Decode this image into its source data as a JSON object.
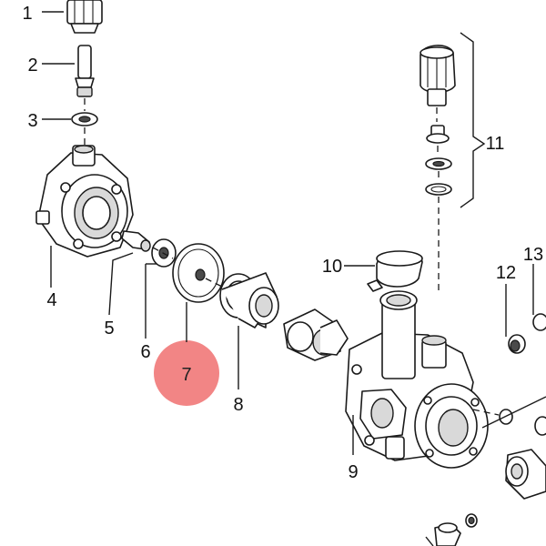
{
  "callouts": [
    {
      "id": "1",
      "text": "1"
    },
    {
      "id": "2",
      "text": "2"
    },
    {
      "id": "3",
      "text": "3"
    },
    {
      "id": "4",
      "text": "4"
    },
    {
      "id": "5",
      "text": "5"
    },
    {
      "id": "6",
      "text": "6"
    },
    {
      "id": "7",
      "text": "7"
    },
    {
      "id": "8",
      "text": "8"
    },
    {
      "id": "9",
      "text": "9"
    },
    {
      "id": "10",
      "text": "10"
    },
    {
      "id": "11",
      "text": "11"
    },
    {
      "id": "12",
      "text": "12"
    },
    {
      "id": "13",
      "text": "13"
    }
  ],
  "highlight": {
    "callout": "7",
    "color": "#f07070"
  },
  "colors": {
    "line": "#1a1a1a",
    "shade": "#d9d9d9",
    "background": "#ffffff"
  }
}
